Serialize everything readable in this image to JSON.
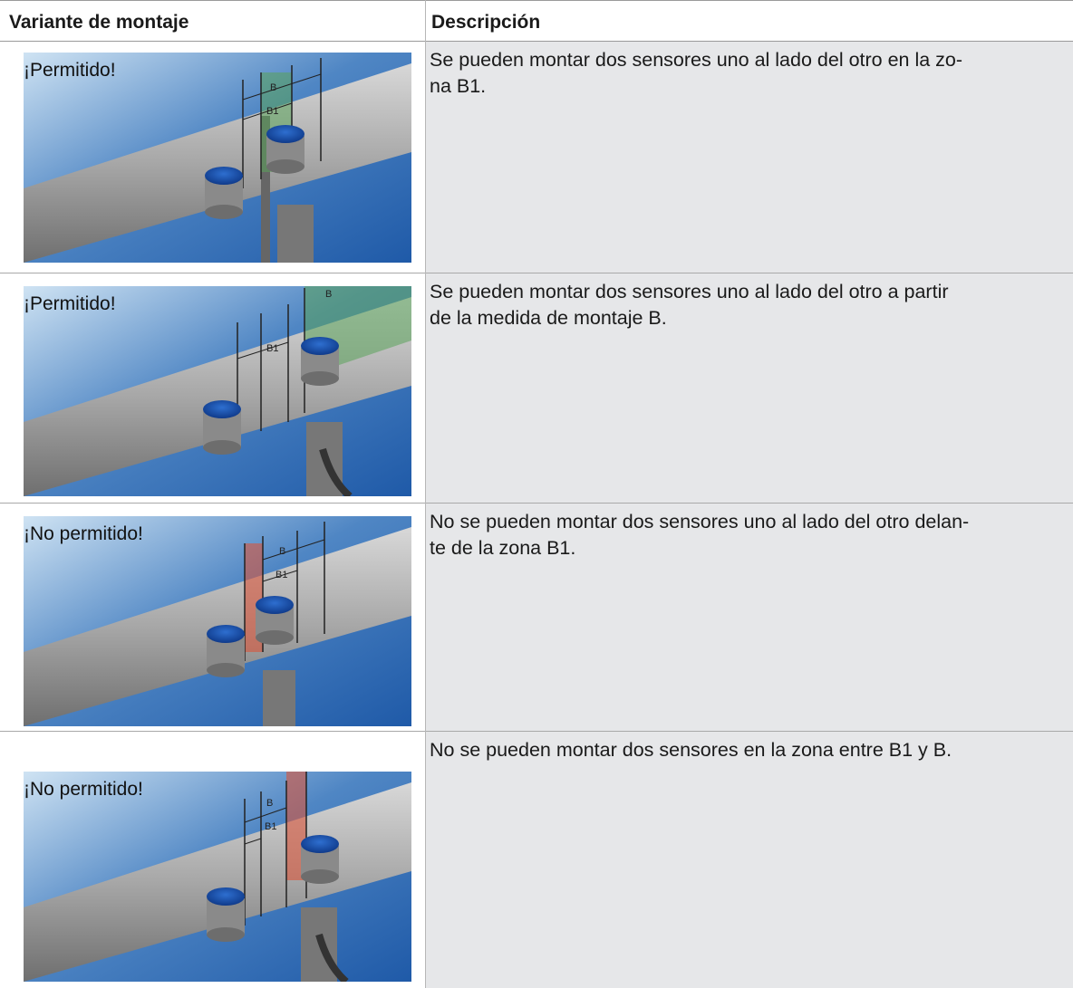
{
  "table": {
    "headers": {
      "variant": "Variante de montaje",
      "description": "Descripción"
    },
    "rows": [
      {
        "label": "¡Permitido!",
        "description": "Se pueden montar dos sensores uno al lado del otro en la zo-\nna B1.",
        "zone_color": "#5aa35a",
        "dim_labels": [
          "B",
          "B1"
        ]
      },
      {
        "label": "¡Permitido!",
        "description": "Se pueden montar dos sensores uno al lado del otro a partir\nde la medida de montaje B.",
        "zone_color": "#5aa35a",
        "dim_labels": [
          "B",
          "B1"
        ]
      },
      {
        "label": "¡No permitido!",
        "description": "No se pueden montar dos sensores uno al lado del otro delan-\nte de la zona B1.",
        "zone_color": "#d9553a",
        "dim_labels": [
          "B",
          "B1"
        ]
      },
      {
        "label": "¡No permitido!",
        "description": "No se pueden montar dos sensores en la zona entre B1 y B.",
        "zone_color": "#d9553a",
        "dim_labels": [
          "B",
          "B1"
        ]
      }
    ]
  }
}
